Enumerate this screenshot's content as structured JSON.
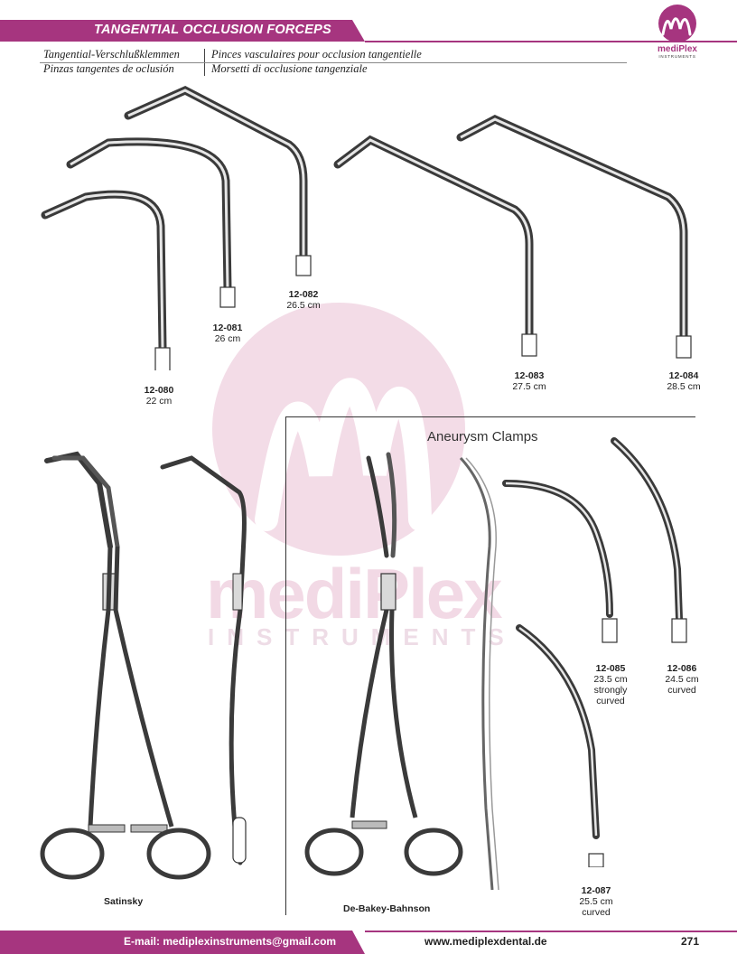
{
  "header": {
    "title": "TANGENTIAL OCCLUSION FORCEPS",
    "subtitles": {
      "de": "Tangential-Verschlußklemmen",
      "fr": "Pinces vasculaires pour occlusion tangentielle",
      "es": "Pinzas tangentes de oclusión",
      "it": "Morsetti di occlusione tangenziale"
    }
  },
  "logo": {
    "brand": "mediPlex",
    "tagline": "INSTRUMENTS"
  },
  "watermark": {
    "word": "mediPlex",
    "sub": "INSTRUMENTS"
  },
  "products": [
    {
      "code": "12-080",
      "size": "22 cm"
    },
    {
      "code": "12-081",
      "size": "26 cm"
    },
    {
      "code": "12-082",
      "size": "26.5 cm"
    },
    {
      "code": "12-083",
      "size": "27.5 cm"
    },
    {
      "code": "12-084",
      "size": "28.5 cm"
    }
  ],
  "instrument_names": {
    "satinsky": "Satinsky",
    "debakey": "De-Bakey-Bahnson"
  },
  "aneurysm": {
    "title": "Aneurysm Clamps",
    "items": [
      {
        "code": "12-085",
        "size": "23.5 cm",
        "note1": "strongly",
        "note2": "curved"
      },
      {
        "code": "12-086",
        "size": "24.5 cm",
        "note1": "curved"
      },
      {
        "code": "12-087",
        "size": "25.5 cm",
        "note1": "curved"
      }
    ]
  },
  "footer": {
    "email": "E-mail: mediplexinstruments@gmail.com",
    "website": "www.mediplexdental.de",
    "page": "271"
  },
  "colors": {
    "brand": "#a6357f",
    "watermark": "#f2d9e5",
    "steel": "#6b6b6b"
  }
}
